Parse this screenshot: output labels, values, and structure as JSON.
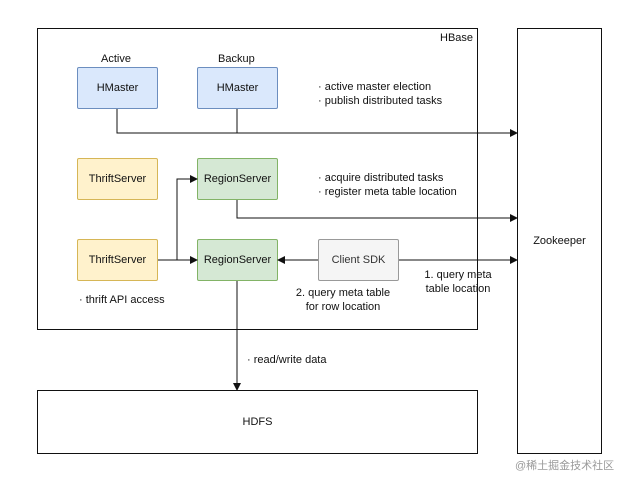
{
  "hbase": {
    "title": "HBase"
  },
  "zookeeper": {
    "label": "Zookeeper"
  },
  "hdfs": {
    "label": "HDFS"
  },
  "masters": {
    "active_label": "Active",
    "backup_label": "Backup",
    "active_box": "HMaster",
    "backup_box": "HMaster",
    "notes": [
      "· active master election",
      "· publish distributed tasks"
    ]
  },
  "thrift": {
    "top_box": "ThriftServer",
    "bottom_box": "ThriftServer",
    "note": "· thrift API access"
  },
  "regions": {
    "top_box": "RegionServer",
    "bottom_box": "RegionServer",
    "notes": [
      "· acquire distributed tasks",
      "· register meta table location"
    ]
  },
  "client": {
    "box": "Client SDK",
    "query_zk": [
      "1. query meta",
      "table location"
    ],
    "query_meta": [
      "2. query meta table",
      "for row location"
    ]
  },
  "data_note": "· read/write data",
  "watermark": "@稀土掘金技术社区"
}
